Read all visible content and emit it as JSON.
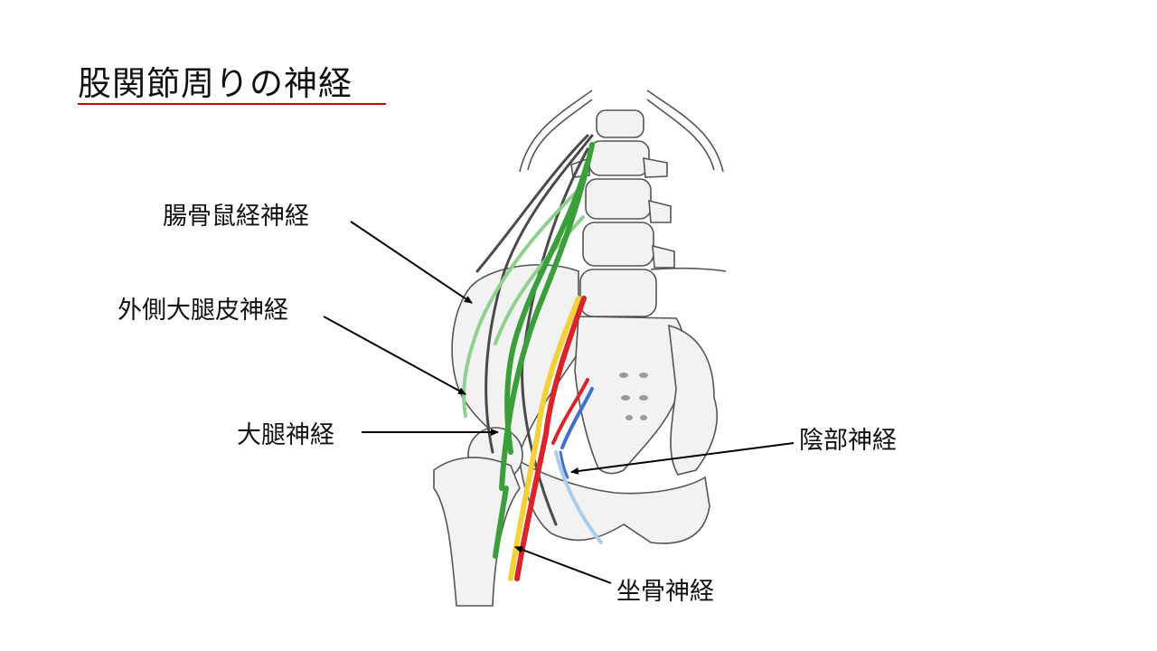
{
  "slide": {
    "title": "股関節周りの神経",
    "title_rule_color": "#c00000"
  },
  "labels": {
    "ilioinguinal": "腸骨鼠経神経",
    "lateral_femoral_cutaneous": "外側大腿皮神経",
    "femoral": "大腿神経",
    "pudendal": "陰部神経",
    "sciatic": "坐骨神経"
  },
  "colors": {
    "bone_fill": "#f2f2f2",
    "bone_outline": "#555555",
    "nerve_green": "#3a9e3a",
    "nerve_light_green": "#8fd08f",
    "nerve_dark": "#4a4a4a",
    "artery_red": "#d9252a",
    "nerve_yellow": "#f2d13a",
    "vein_blue": "#3f6fd0",
    "light_blue": "#a9cce8",
    "leader_line": "#000000"
  }
}
